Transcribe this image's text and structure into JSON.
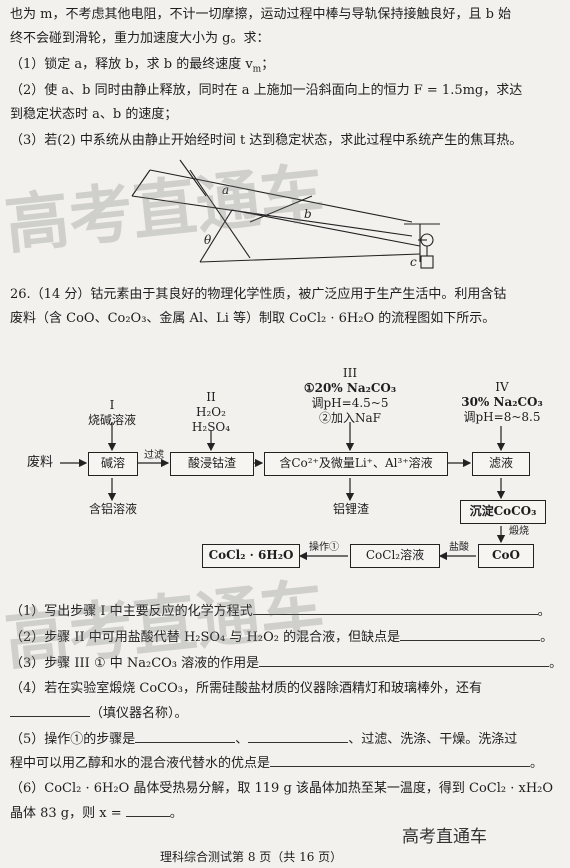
{
  "physics": {
    "line1": "也为 m，不考虑其他电阻，不计一切摩擦，运动过程中棒与导轨保持接触良好，且 b 始",
    "line2": "终不会碰到滑轮，重力加速度大小为 g。求：",
    "q1": "（1）锁定 a，释放 b，求 b 的最终速度 v",
    "q1_sub": "m",
    "q1_end": "；",
    "q2": "（2）使 a、b 同时由静止释放，同时在 a 上施加一沿斜面向上的恒力 F = 1.5mg，求达",
    "q2b": "到稳定状态时 a、b 的速度；",
    "q3": "（3）若(2) 中系统从由静止开始经时间 t 达到稳定状态，求此过程中系统产生的焦耳热。",
    "fig_a": "a",
    "fig_b": "b",
    "fig_theta": "θ",
    "fig_c": "c"
  },
  "chem": {
    "q26a": "26.（14 分）钴元素由于其良好的物理化学性质，被广泛应用于生产生活中。利用含钴",
    "q26b": "废料（含 CoO、Co₂O₃、金属 Al、Li 等）制取 CoCl₂ · 6H₂O 的流程图如下所示。"
  },
  "flow": {
    "step1_num": "I",
    "step1_reagent": "烧碱溶液",
    "step2_num": "II",
    "step2_r1": "H₂O₂",
    "step2_r2": "H₂SO₄",
    "step3_num": "III",
    "step3_r1": "①20% Na₂CO₃",
    "step3_r2": "调pH=4.5~5",
    "step3_r3": "②加入NaF",
    "step4_num": "IV",
    "step4_r1": "30% Na₂CO₃",
    "step4_r2": "调pH=8~8.5",
    "feed": "废料",
    "box_alkali": "碱溶",
    "filter": "过滤",
    "box_acid": "酸浸钴渣",
    "box_solution": "含Co²⁺及微量Li⁺、Al³⁺溶液",
    "box_filtrate": "滤液",
    "out_al": "含铝溶液",
    "out_lial": "铝锂渣",
    "box_coco3": "沉淀CoCO₃",
    "calcine": "煅烧",
    "box_coo": "CoO",
    "hcl": "盐酸",
    "box_cocl2": "CoCl₂溶液",
    "op1": "操作①",
    "box_product": "CoCl₂ · 6H₂O"
  },
  "questions": {
    "q1": "（1）写出步骤 I 中主要反应的化学方程式",
    "q2": "（2）步骤 II 中可用盐酸代替 H₂SO₄ 与 H₂O₂ 的混合液，但缺点是",
    "q3": "（3）步骤 III ① 中 Na₂CO₃ 溶液的作用是",
    "q4a": "（4）若在实验室煅烧 CoCO₃，所需硅酸盐材质的仪器除酒精灯和玻璃棒外，还有",
    "q4b": "（填仪器名称）。",
    "q5a": "（5）操作①的步骤是",
    "q5_sep": "、",
    "q5_end": "、过滤、洗涤、干燥。洗涤过",
    "q5b": "程中可以用乙醇和水的混合液代替水的优点是",
    "q6a": "（6）CoCl₂ · 6H₂O 晶体受热易分解，取 119 g 该晶体加热至某一温度，得到 CoCl₂ · xH₂O",
    "q6b": "晶体 83 g，则 x =",
    "period": "。"
  },
  "footer": {
    "page": "理科综合测试第 8 页（共 16 页）",
    "brand": "高考直通车"
  },
  "watermark": "高考直通车"
}
